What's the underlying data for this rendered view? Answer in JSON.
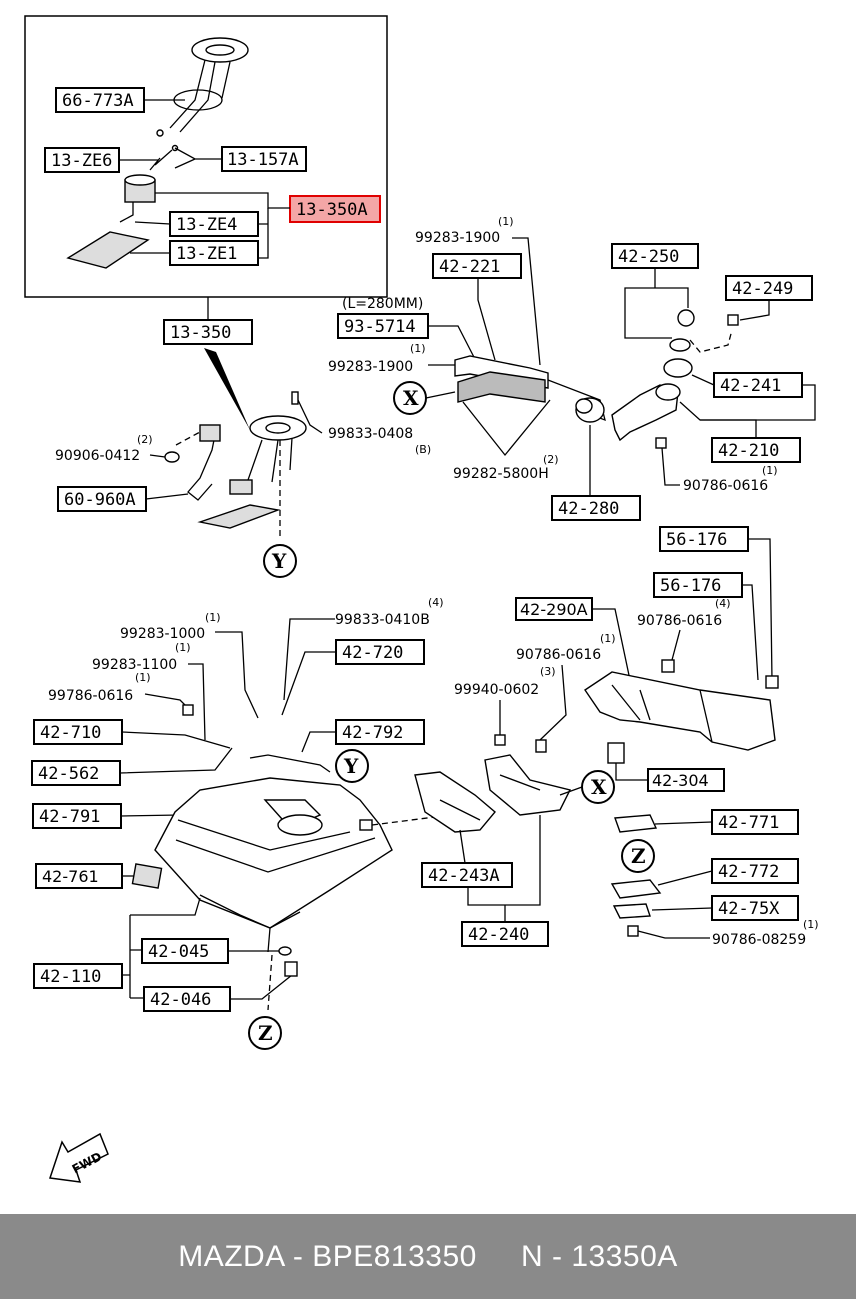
{
  "labels": {
    "l66773a": "66-773A",
    "l13ze6": "13-ZE6",
    "l13157a": "13-157A",
    "l13350a": "13-350A",
    "l13ze4": "13-ZE4",
    "l13ze1": "13-ZE1",
    "l13350": "13-350",
    "l99283_1900a": "99283-1900",
    "l42221": "42-221",
    "l42250": "42-250",
    "l42249": "42-249",
    "lL280": "(L=280MM)",
    "l935714": "93-5714",
    "l99283_1900b": "99283-1900",
    "l42241": "42-241",
    "l99833_0408": "99833-0408",
    "l90906_0412": "90906-0412",
    "l42210": "42-210",
    "l99282_5800h": "99282-5800H",
    "l90786_0616a": "90786-0616",
    "l60960a": "60-960A",
    "l42280": "42-280",
    "l56176a": "56-176",
    "l56176b": "56-176",
    "l99283_1000": "99283-1000",
    "l99833_0410b": "99833-0410B",
    "l42290a": "42-290A",
    "l90786_0616b": "90786-0616",
    "l99283_1100": "99283-1100",
    "l42720": "42-720",
    "l90786_0616c": "90786-0616",
    "l99786_0616": "99786-0616",
    "l99940_0602": "99940-0602",
    "l42710": "42-710",
    "l42792": "42-792",
    "l42562": "42-562",
    "l42304": "42-304",
    "l42791": "42-791",
    "l42771": "42-771",
    "l42761": "42-761",
    "l42243a": "42-243A",
    "l42772": "42-772",
    "l4275x": "42-75X",
    "l42240": "42-240",
    "l90786_08259": "90786-08259",
    "l42045": "42-045",
    "l42110": "42-110",
    "l42046": "42-046",
    "fwd": "FWD"
  },
  "qty": {
    "q1": "(1)",
    "q2": "(1)",
    "q3": "(2)",
    "q4": "(B)",
    "q5": "(2)",
    "q6": "(1)",
    "q7": "(1)",
    "q8": "(4)",
    "q9": "(4)",
    "q10": "(1)",
    "q11": "(1)",
    "q12": "(3)",
    "q13": "(1)"
  },
  "markers": {
    "x1": "X",
    "x2": "X",
    "y1": "Y",
    "y2": "Y",
    "z1": "Z",
    "z2": "Z"
  },
  "footer": {
    "text": "MAZDA - BPE813350     N - 13350A"
  },
  "colors": {
    "highlight": "#f4a6a6",
    "highlight_border": "#e00000",
    "footer_bg": "#8a8a8a"
  }
}
